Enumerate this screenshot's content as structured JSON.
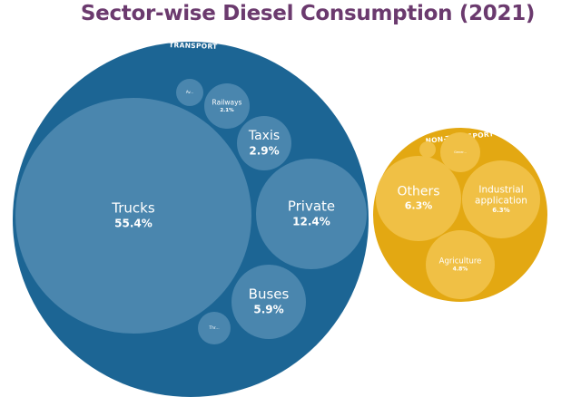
{
  "chart_data": {
    "type": "circle-packing",
    "title": "Sector-wise Diesel Consumption (2021)",
    "groups": [
      {
        "name": "TRANSPORT",
        "color": "#1c6594",
        "child_color": "#4a86ae",
        "children": [
          {
            "label": "Trucks",
            "value_label": "55.4%",
            "value": 55.4
          },
          {
            "label": "Private",
            "value_label": "12.4%",
            "value": 12.4
          },
          {
            "label": "Buses",
            "value_label": "5.9%",
            "value": 5.9
          },
          {
            "label": "Taxis",
            "value_label": "2.9%",
            "value": 2.9
          },
          {
            "label": "Railways",
            "value_label": "2.1%",
            "value": 2.1
          },
          {
            "label": "Thr...",
            "value_label": "",
            "value": 0.6
          },
          {
            "label": "Av...",
            "value_label": "",
            "value": 0.5
          }
        ]
      },
      {
        "name": "NON-TRANSPORT",
        "color": "#e3a812",
        "child_color": "#f0c045",
        "children": [
          {
            "label": "Others",
            "value_label": "6.3%",
            "value": 6.3
          },
          {
            "label": "Industrial application",
            "value_label": "6.3%",
            "value": 6.3
          },
          {
            "label": "Agriculture",
            "value_label": "4.8%",
            "value": 4.8
          },
          {
            "label": "Gener...",
            "value_label": "",
            "value": 1.1
          },
          {
            "label": "",
            "value_label": "",
            "value": 0.2
          }
        ]
      }
    ]
  }
}
